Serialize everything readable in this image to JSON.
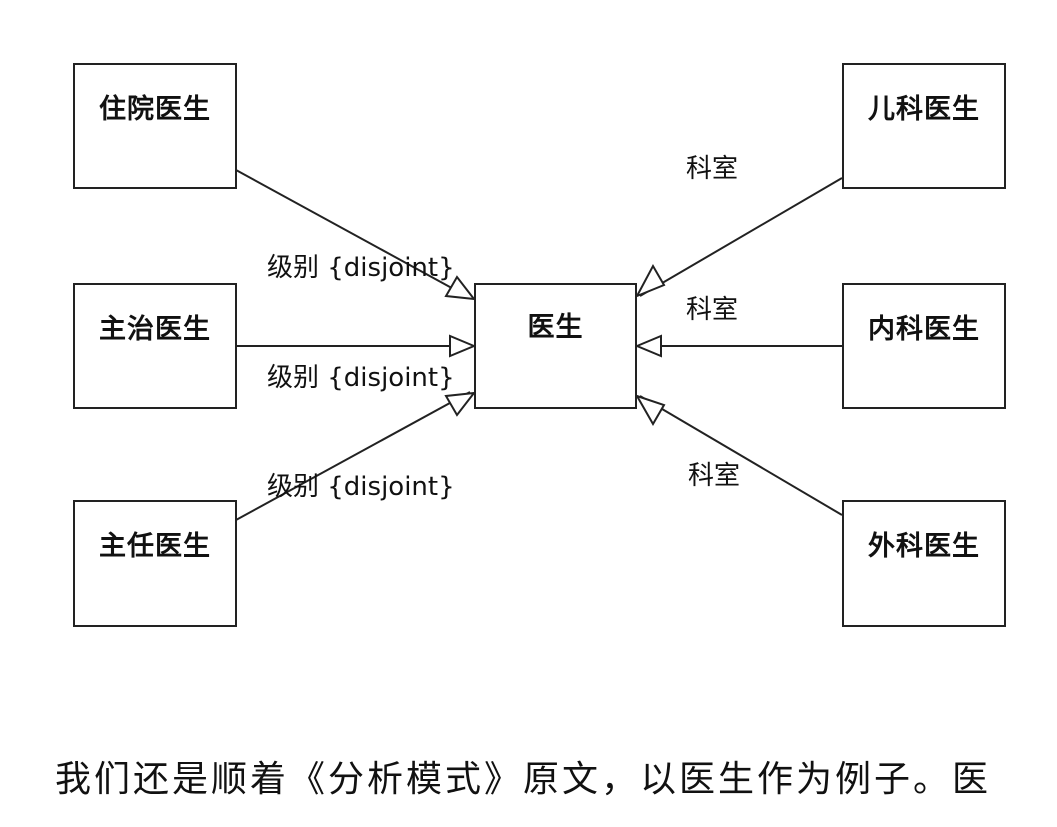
{
  "diagram": {
    "center": "医生",
    "left_boxes": [
      "住院医生",
      "主治医生",
      "主任医生"
    ],
    "right_boxes": [
      "儿科医生",
      "内科医生",
      "外科医生"
    ],
    "left_labels": [
      "级别 {disjoint}",
      "级别 {disjoint}",
      "级别 {disjoint}"
    ],
    "right_labels": [
      "科室",
      "科室",
      "科室"
    ]
  },
  "caption": "我们还是顺着《分析模式》原文，以医生作为例子。医"
}
